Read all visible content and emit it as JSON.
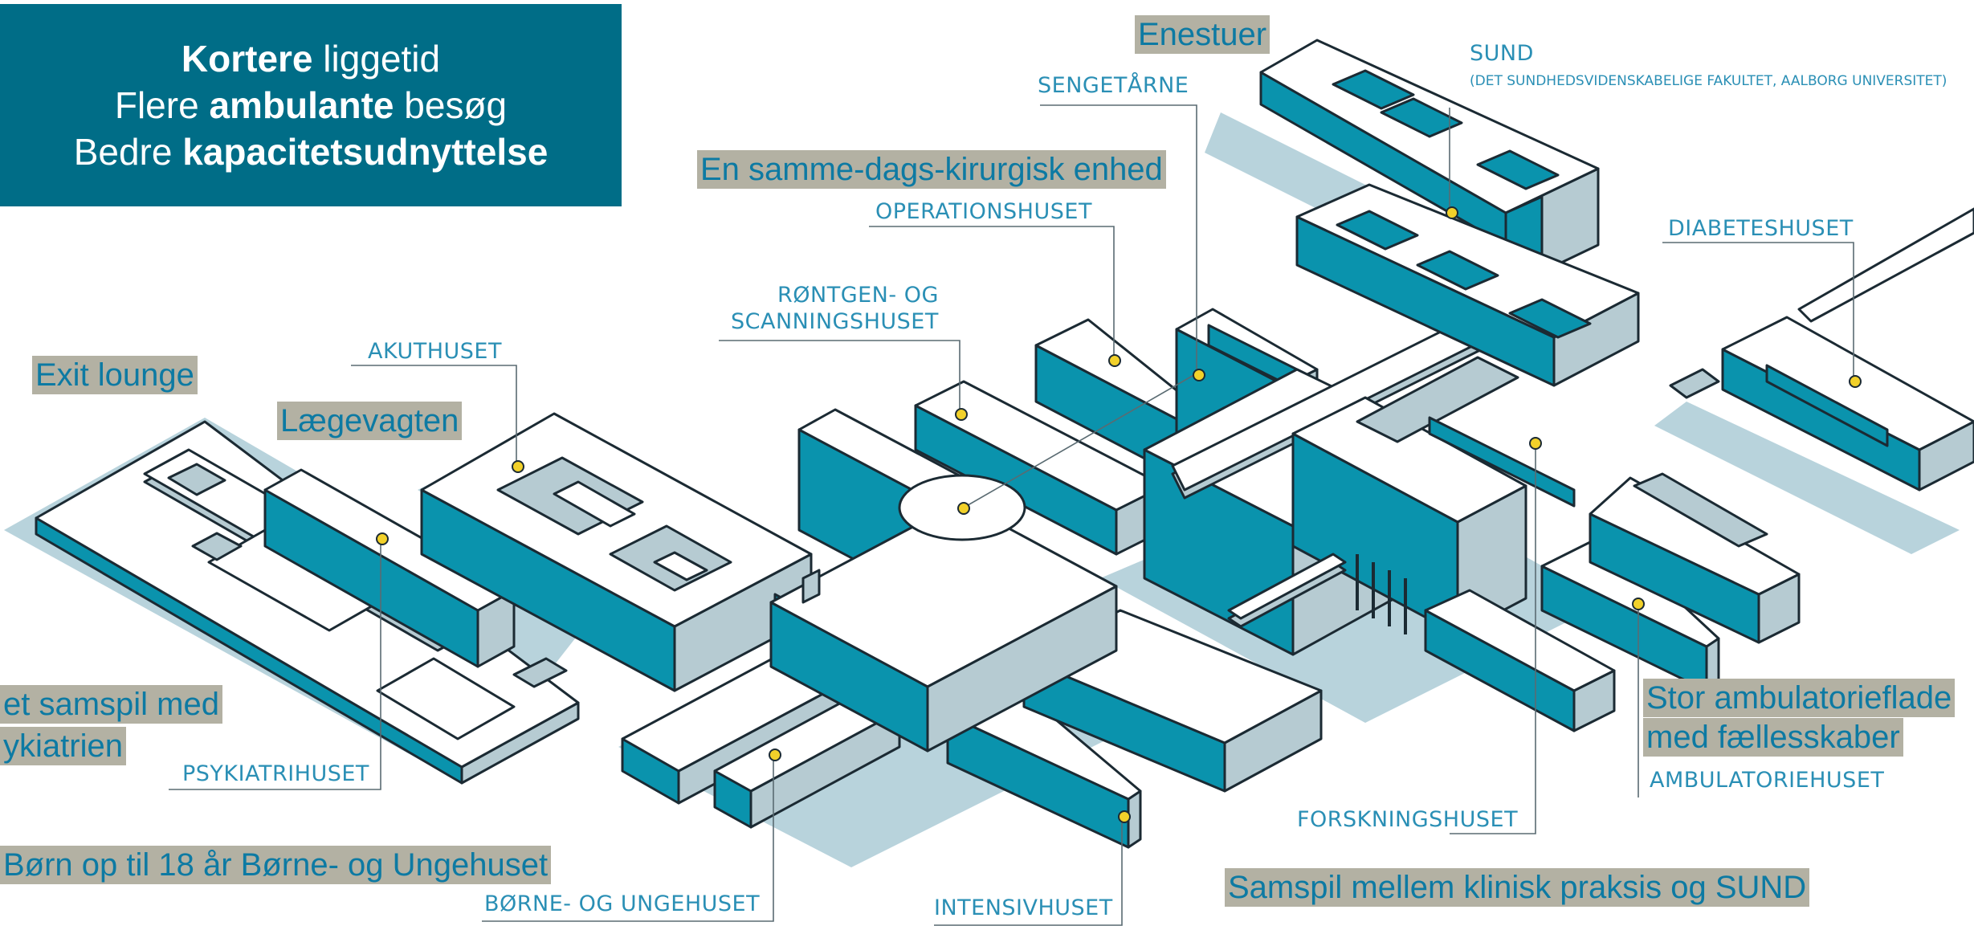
{
  "headline": {
    "line1": {
      "bold": "Kortere",
      "rest": " liggetid"
    },
    "line2": {
      "pre": "Flere ",
      "bold": "ambulante",
      "post": " besøg"
    },
    "line3": {
      "pre": "Bedre ",
      "bold": "kapacitetsudnyttelse"
    }
  },
  "callouts": {
    "enestuer": "Enestuer",
    "samme_dags": "En samme-dags-kirurgisk enhed",
    "exit_lounge": "Exit lounge",
    "laegevagten": "Lægevagten",
    "psyk_line1": "et samspil med",
    "psyk_line2": "ykiatrien",
    "boern": "Børn op til 18 år Børne- og Ungehuset",
    "ambu_line1": "Stor  ambulatorieflade",
    "ambu_line2": "med fællesskaber",
    "sund_samspil": "Samspil mellem klinisk praksis og SUND"
  },
  "buildings": {
    "sengetaarne": "SENGETÅRNE",
    "sund": "SUND",
    "sund_sub": "(DET SUNDHEDSVIDENSKABELIGE FAKULTET, AALBORG UNIVERSITET)",
    "operationshuset": "OPERATIONSHUSET",
    "diabeteshuset": "DIABETESHUSET",
    "roentgen_1": "RØNTGEN- OG",
    "roentgen_2": "SCANNINGSHUSET",
    "akuthuset": "AKUTHUSET",
    "psykiatrihuset": "PSYKIATRIHUSET",
    "boerne_ungehuset": "BØRNE- OG UNGEHUSET",
    "intensivhuset": "INTENSIVHUSET",
    "forskningshuset": "FORSKNINGSHUSET",
    "ambulatoriehuset": "AMBULATORIEHUSET"
  },
  "colors": {
    "headline_bg": "#006d87",
    "callout_bg": "#b3b1a3",
    "callout_text": "#0d7aa3",
    "building_label": "#2a8fb5",
    "facade_teal": "#0a93ad",
    "facade_grey": "#b6cbd2",
    "roof": "#ffffff",
    "pin": "#f2d12a"
  }
}
